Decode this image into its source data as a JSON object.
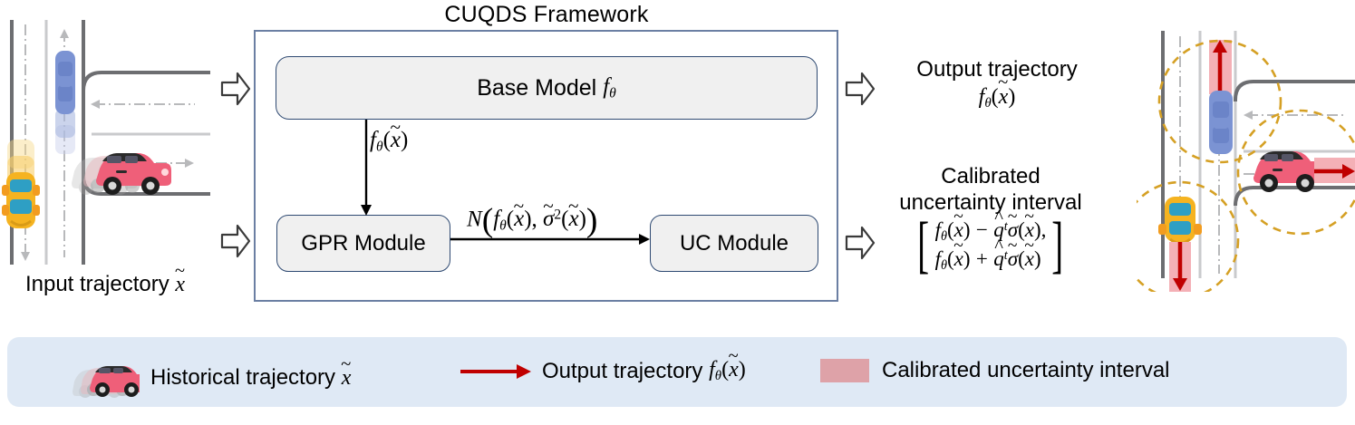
{
  "framework": {
    "title": "CUQDS Framework",
    "nodes": {
      "base_model": "Base Model",
      "base_model_symbol": "fθ",
      "gpr": "GPR Module",
      "uc": "UC Module"
    },
    "edges": {
      "base_to_gpr_label": "fθ(x̃)",
      "gpr_to_uc_label": "N(fθ(x̃), σ̃²(x̃))"
    }
  },
  "input": {
    "caption": "Input trajectory",
    "caption_symbol": "x̃"
  },
  "output": {
    "trajectory_label": "Output trajectory",
    "trajectory_symbol": "fθ(x̃)",
    "calibrated_line1": "Calibrated",
    "calibrated_line2": "uncertainty interval",
    "interval_row1": "fθ(x̃) − q̂ᵗσ̃(x̃),",
    "interval_row2": "fθ(x̃) + q̂ᵗσ̃(x̃)"
  },
  "legend": {
    "items": [
      {
        "label": "Historical trajectory",
        "symbol": "x̃",
        "marker": "car-ghost-icon"
      },
      {
        "label": "Output trajectory",
        "symbol": "fθ(x̃)",
        "marker": "red-arrow-icon"
      },
      {
        "label": "Calibrated uncertainty interval",
        "symbol": "",
        "marker": "pink-swatch-icon"
      }
    ]
  },
  "colors": {
    "framework_border": "#6b7fa3",
    "node_border": "#2f4a72",
    "node_fill": "#f0f0f0",
    "legend_bg": "#dfe9f5",
    "uncertainty_band": "#dea2a8",
    "uncertainty_band_light": "#f4b8bc",
    "output_arrow": "#c00000",
    "highlight_circle": "#d5a024",
    "road": "#6d6e71",
    "car_red": "#ef5f79",
    "car_blue": "#7b93d3",
    "car_yellow": "#f5b320"
  },
  "scenes": {
    "left": {
      "name": "input-traffic-scene",
      "vehicles": [
        "blue-car-top-down",
        "yellow-taxi-top-down-with-ghosts",
        "red-car-side-with-ghosts"
      ]
    },
    "right": {
      "name": "output-traffic-scene",
      "vehicles": [
        "blue-car-top-down",
        "yellow-taxi-top-down",
        "red-car-side"
      ],
      "highlights": 3
    }
  }
}
